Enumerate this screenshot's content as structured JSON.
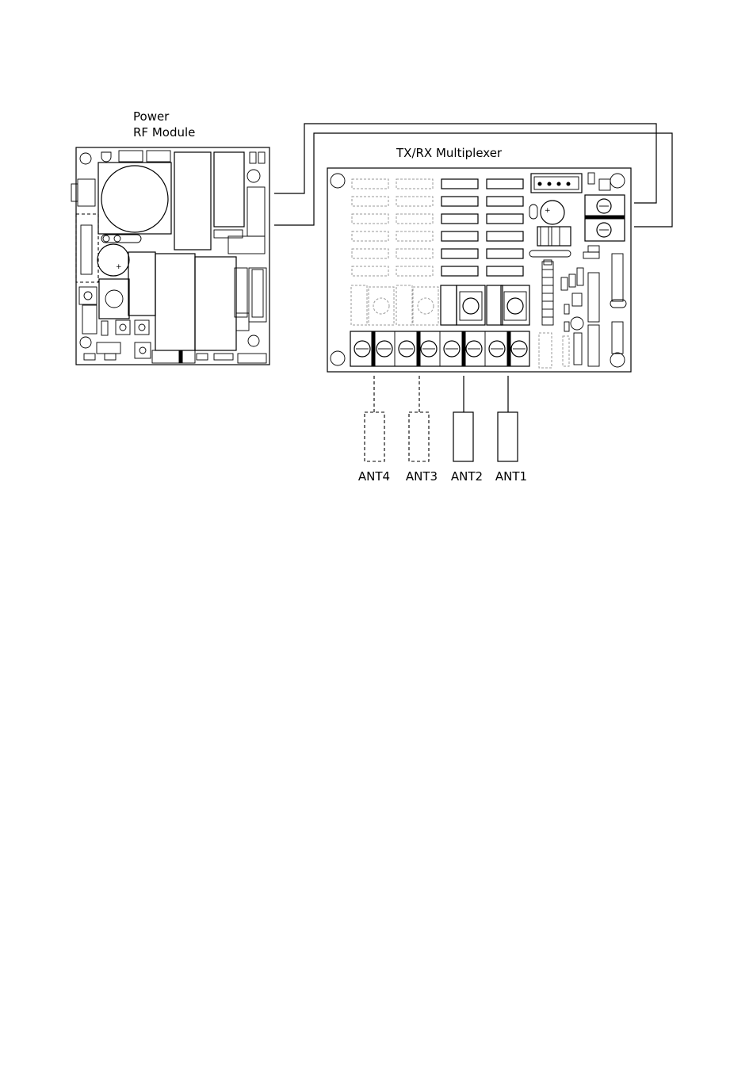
{
  "power_module": {
    "title_line1": "Power",
    "title_line2": "RF Module"
  },
  "multiplexer": {
    "title": "TX/RX  Multiplexer"
  },
  "antennas": [
    {
      "label": "ANT4",
      "optional": true
    },
    {
      "label": "ANT3",
      "optional": true
    },
    {
      "label": "ANT2",
      "optional": false
    },
    {
      "label": "ANT1",
      "optional": false
    }
  ]
}
